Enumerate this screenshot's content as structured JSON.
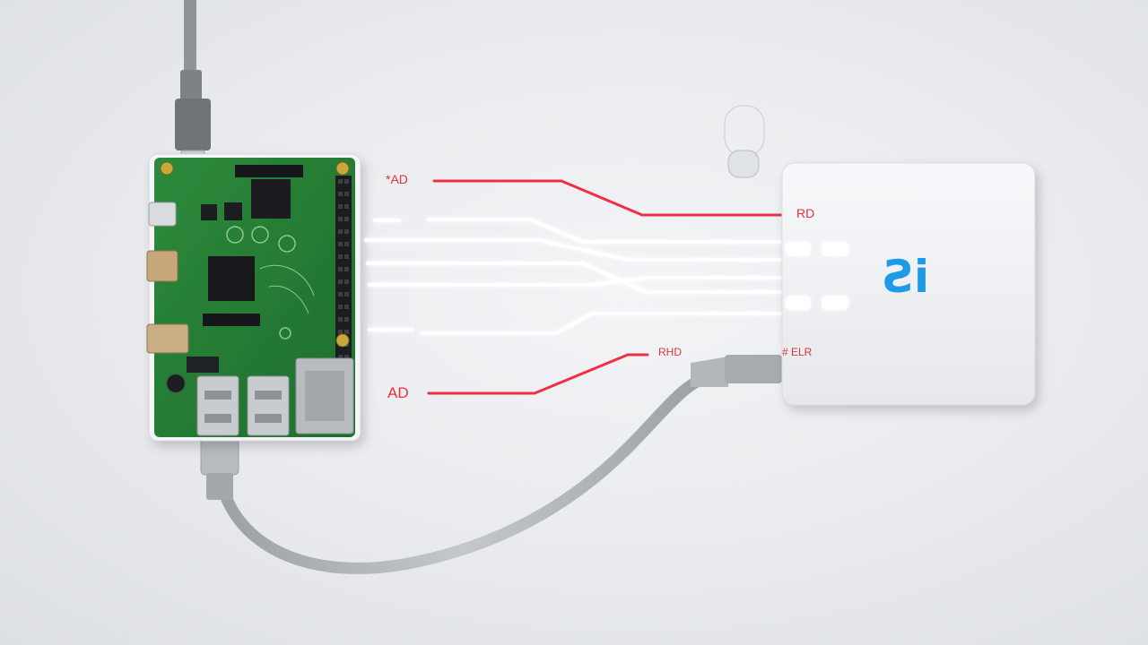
{
  "scene": {
    "description_free": true,
    "colors": {
      "background": "#e9ebee",
      "pcb_green": "#2f8a3e",
      "trace_red": "#ef2f45",
      "trace_white": "#ffffff",
      "cable_gray": "#a9adb1",
      "module_white": "#f2f4f7",
      "logo_blue": "#1e9be6"
    }
  },
  "labels": {
    "top_left": "*AD",
    "bottom_left": "AD",
    "bottom_middle": "RHD",
    "top_right": "RD",
    "bottom_right": "# ELR"
  },
  "module": {
    "logo": "Ƨi"
  },
  "icons": [
    "antenna-icon",
    "usb-connector-icon",
    "ethernet-port-icon"
  ]
}
